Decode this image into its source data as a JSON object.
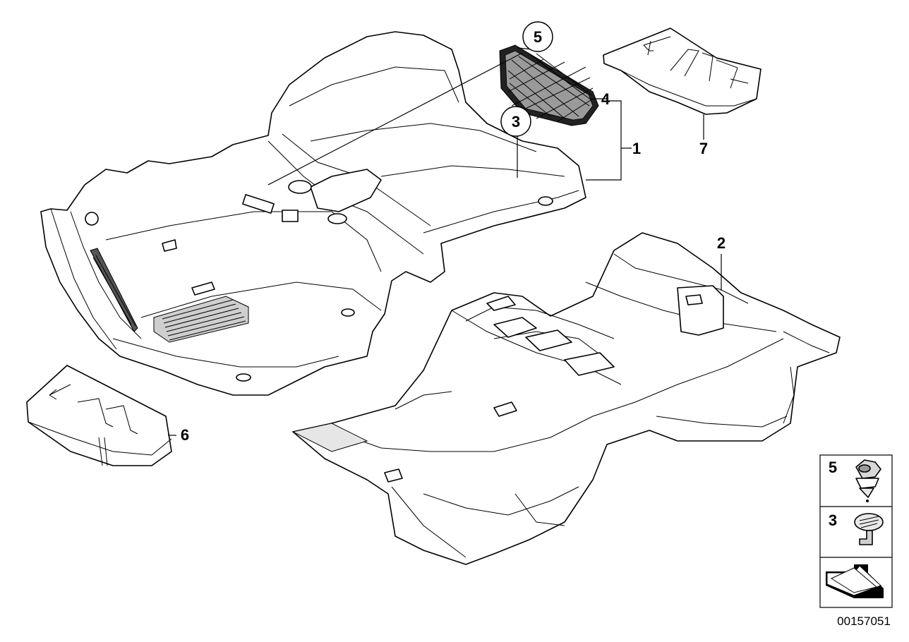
{
  "diagram": {
    "callouts": {
      "c1": "1",
      "c2": "2",
      "c3": "3",
      "c4": "4",
      "c5": "5",
      "c6": "6",
      "c7": "7"
    },
    "legend": {
      "item5": "5",
      "item3": "3"
    },
    "catalog_number": "00157051"
  }
}
